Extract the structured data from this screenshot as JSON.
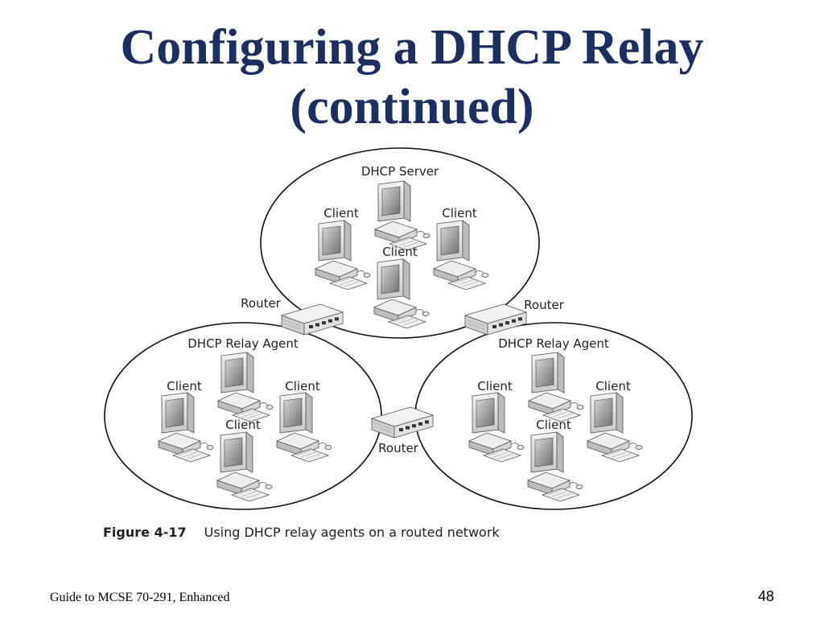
{
  "slide": {
    "title_line1": "Configuring a DHCP Relay",
    "title_line2": "(continued)"
  },
  "diagram": {
    "networks": [
      {
        "heading": "DHCP Server",
        "client_labels": [
          "Client",
          "Client",
          "Client"
        ]
      },
      {
        "heading": "DHCP Relay Agent",
        "client_labels": [
          "Client",
          "Client",
          "Client"
        ]
      },
      {
        "heading": "DHCP Relay Agent",
        "client_labels": [
          "Client",
          "Client",
          "Client"
        ]
      }
    ],
    "routers": [
      "Router",
      "Router",
      "Router"
    ]
  },
  "caption": {
    "figure_number": "Figure 4-17",
    "text": "Using DHCP relay agents on a routed network"
  },
  "footer": {
    "left": "Guide to MCSE 70-291, Enhanced",
    "page_number": "48"
  },
  "colors": {
    "title": "#1b2f63"
  },
  "icons": [
    "computer-icon",
    "router-icon"
  ]
}
